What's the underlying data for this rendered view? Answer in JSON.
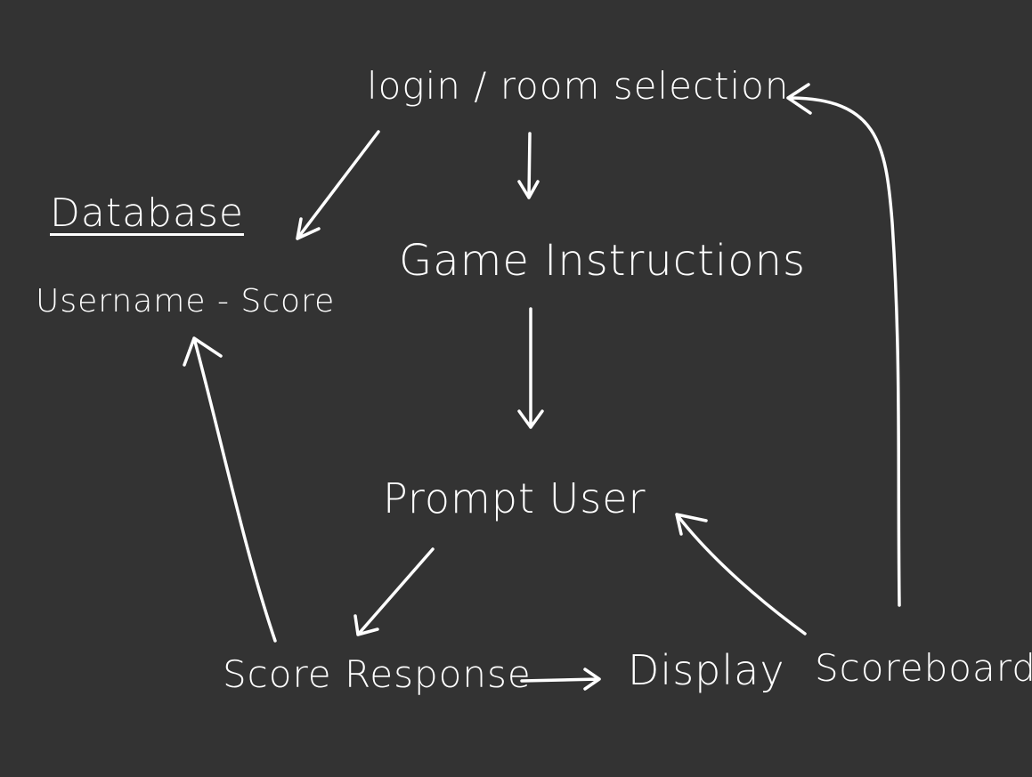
{
  "diagram": {
    "background_color": "#333333",
    "ink_color": "#ffffff",
    "nodes": {
      "login": "login / room selection",
      "database": "Database",
      "username_score": "Username - Score",
      "game_instructions": "Game Instructions",
      "prompt_user": "Prompt User",
      "score_response": "Score Response",
      "display": "Display",
      "scoreboard": "Scoreboard"
    },
    "edges": [
      {
        "from": "login / room selection",
        "to": "Database"
      },
      {
        "from": "login / room selection",
        "to": "Game Instructions"
      },
      {
        "from": "Game Instructions",
        "to": "Prompt User"
      },
      {
        "from": "Prompt User",
        "to": "Score Response"
      },
      {
        "from": "Score Response",
        "to": "Username - Score"
      },
      {
        "from": "Score Response",
        "to": "Display"
      },
      {
        "from": "Scoreboard",
        "to": "Prompt User"
      },
      {
        "from": "Scoreboard",
        "to": "login / room selection"
      }
    ]
  }
}
